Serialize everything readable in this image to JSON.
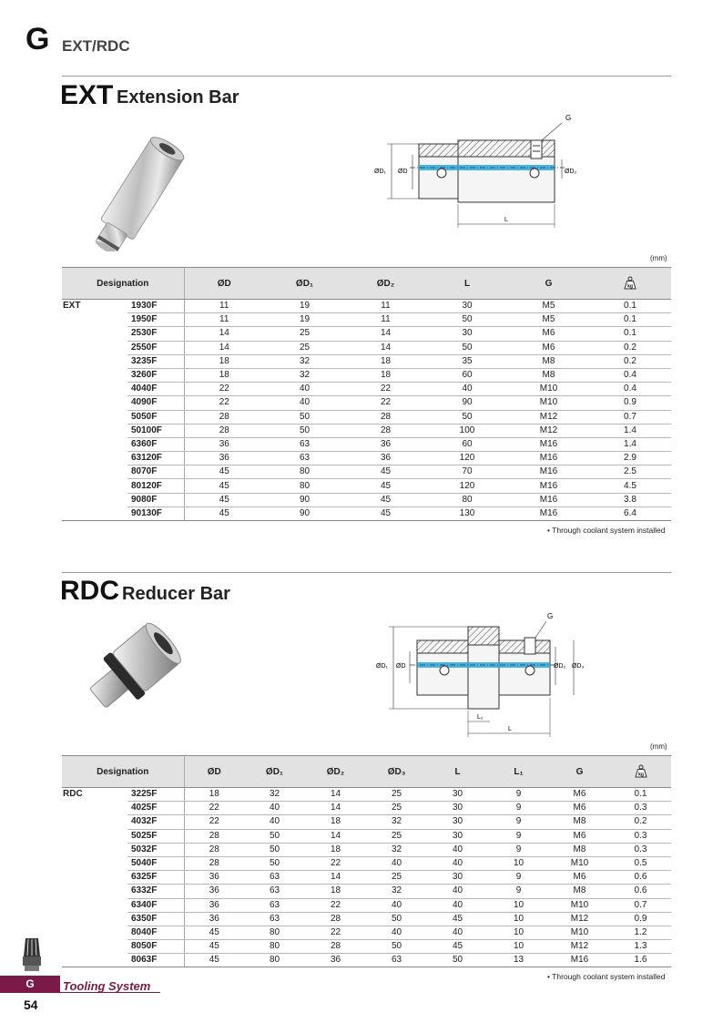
{
  "header": {
    "letter": "G",
    "subtitle": "EXT/RDC"
  },
  "ext": {
    "code": "EXT",
    "name": "Extension Bar",
    "unit": "(mm)",
    "columns": [
      "Designation",
      "ØD",
      "ØD₁",
      "ØD₂",
      "L",
      "G"
    ],
    "weight_icon": "kg",
    "family": "EXT",
    "rows": [
      [
        "1930F",
        "11",
        "19",
        "11",
        "30",
        "M5",
        "0.1"
      ],
      [
        "1950F",
        "11",
        "19",
        "11",
        "50",
        "M5",
        "0.1"
      ],
      [
        "2530F",
        "14",
        "25",
        "14",
        "30",
        "M6",
        "0.1"
      ],
      [
        "2550F",
        "14",
        "25",
        "14",
        "50",
        "M6",
        "0.2"
      ],
      [
        "3235F",
        "18",
        "32",
        "18",
        "35",
        "M8",
        "0.2"
      ],
      [
        "3260F",
        "18",
        "32",
        "18",
        "60",
        "M8",
        "0.4"
      ],
      [
        "4040F",
        "22",
        "40",
        "22",
        "40",
        "M10",
        "0.4"
      ],
      [
        "4090F",
        "22",
        "40",
        "22",
        "90",
        "M10",
        "0.9"
      ],
      [
        "5050F",
        "28",
        "50",
        "28",
        "50",
        "M12",
        "0.7"
      ],
      [
        "50100F",
        "28",
        "50",
        "28",
        "100",
        "M12",
        "1.4"
      ],
      [
        "6360F",
        "36",
        "63",
        "36",
        "60",
        "M16",
        "1.4"
      ],
      [
        "63120F",
        "36",
        "63",
        "36",
        "120",
        "M16",
        "2.9"
      ],
      [
        "8070F",
        "45",
        "80",
        "45",
        "70",
        "M16",
        "2.5"
      ],
      [
        "80120F",
        "45",
        "80",
        "45",
        "120",
        "M16",
        "4.5"
      ],
      [
        "9080F",
        "45",
        "90",
        "45",
        "80",
        "M16",
        "3.8"
      ],
      [
        "90130F",
        "45",
        "90",
        "45",
        "130",
        "M16",
        "6.4"
      ]
    ],
    "note": "• Through coolant system installed",
    "drawing": {
      "g": "G",
      "d1": "ØD₁",
      "d": "ØD",
      "d2": "ØD₂",
      "l": "L"
    }
  },
  "rdc": {
    "code": "RDC",
    "name": "Reducer Bar",
    "unit": "(mm)",
    "columns": [
      "Designation",
      "ØD",
      "ØD₁",
      "ØD₂",
      "ØD₃",
      "L",
      "L₁",
      "G"
    ],
    "weight_icon": "kg",
    "family": "RDC",
    "rows": [
      [
        "3225F",
        "18",
        "32",
        "14",
        "25",
        "30",
        "9",
        "M6",
        "0.1"
      ],
      [
        "4025F",
        "22",
        "40",
        "14",
        "25",
        "30",
        "9",
        "M6",
        "0.3"
      ],
      [
        "4032F",
        "22",
        "40",
        "18",
        "32",
        "30",
        "9",
        "M8",
        "0.2"
      ],
      [
        "5025F",
        "28",
        "50",
        "14",
        "25",
        "30",
        "9",
        "M6",
        "0.3"
      ],
      [
        "5032F",
        "28",
        "50",
        "18",
        "32",
        "40",
        "9",
        "M8",
        "0.3"
      ],
      [
        "5040F",
        "28",
        "50",
        "22",
        "40",
        "40",
        "10",
        "M10",
        "0.5"
      ],
      [
        "6325F",
        "36",
        "63",
        "14",
        "25",
        "30",
        "9",
        "M6",
        "0.6"
      ],
      [
        "6332F",
        "36",
        "63",
        "18",
        "32",
        "40",
        "9",
        "M8",
        "0.6"
      ],
      [
        "6340F",
        "36",
        "63",
        "22",
        "40",
        "40",
        "10",
        "M10",
        "0.7"
      ],
      [
        "6350F",
        "36",
        "63",
        "28",
        "50",
        "45",
        "10",
        "M12",
        "0.9"
      ],
      [
        "8040F",
        "45",
        "80",
        "22",
        "40",
        "40",
        "10",
        "M10",
        "1.2"
      ],
      [
        "8050F",
        "45",
        "80",
        "28",
        "50",
        "45",
        "10",
        "M12",
        "1.3"
      ],
      [
        "8063F",
        "45",
        "80",
        "36",
        "63",
        "50",
        "13",
        "M16",
        "1.6"
      ]
    ],
    "note": "• Through coolant system installed",
    "drawing": {
      "g": "G",
      "d1": "ØD₁",
      "d": "ØD",
      "d2": "ØD₂",
      "d3": "ØD₃",
      "l": "L",
      "l1": "L₁"
    }
  },
  "footer": {
    "tab": "G",
    "title": "Tooling System",
    "page": "54"
  },
  "colors": {
    "accent": "#7b1a48",
    "header_fill": "#e2e2e2",
    "coolant": "#29a8e0"
  }
}
